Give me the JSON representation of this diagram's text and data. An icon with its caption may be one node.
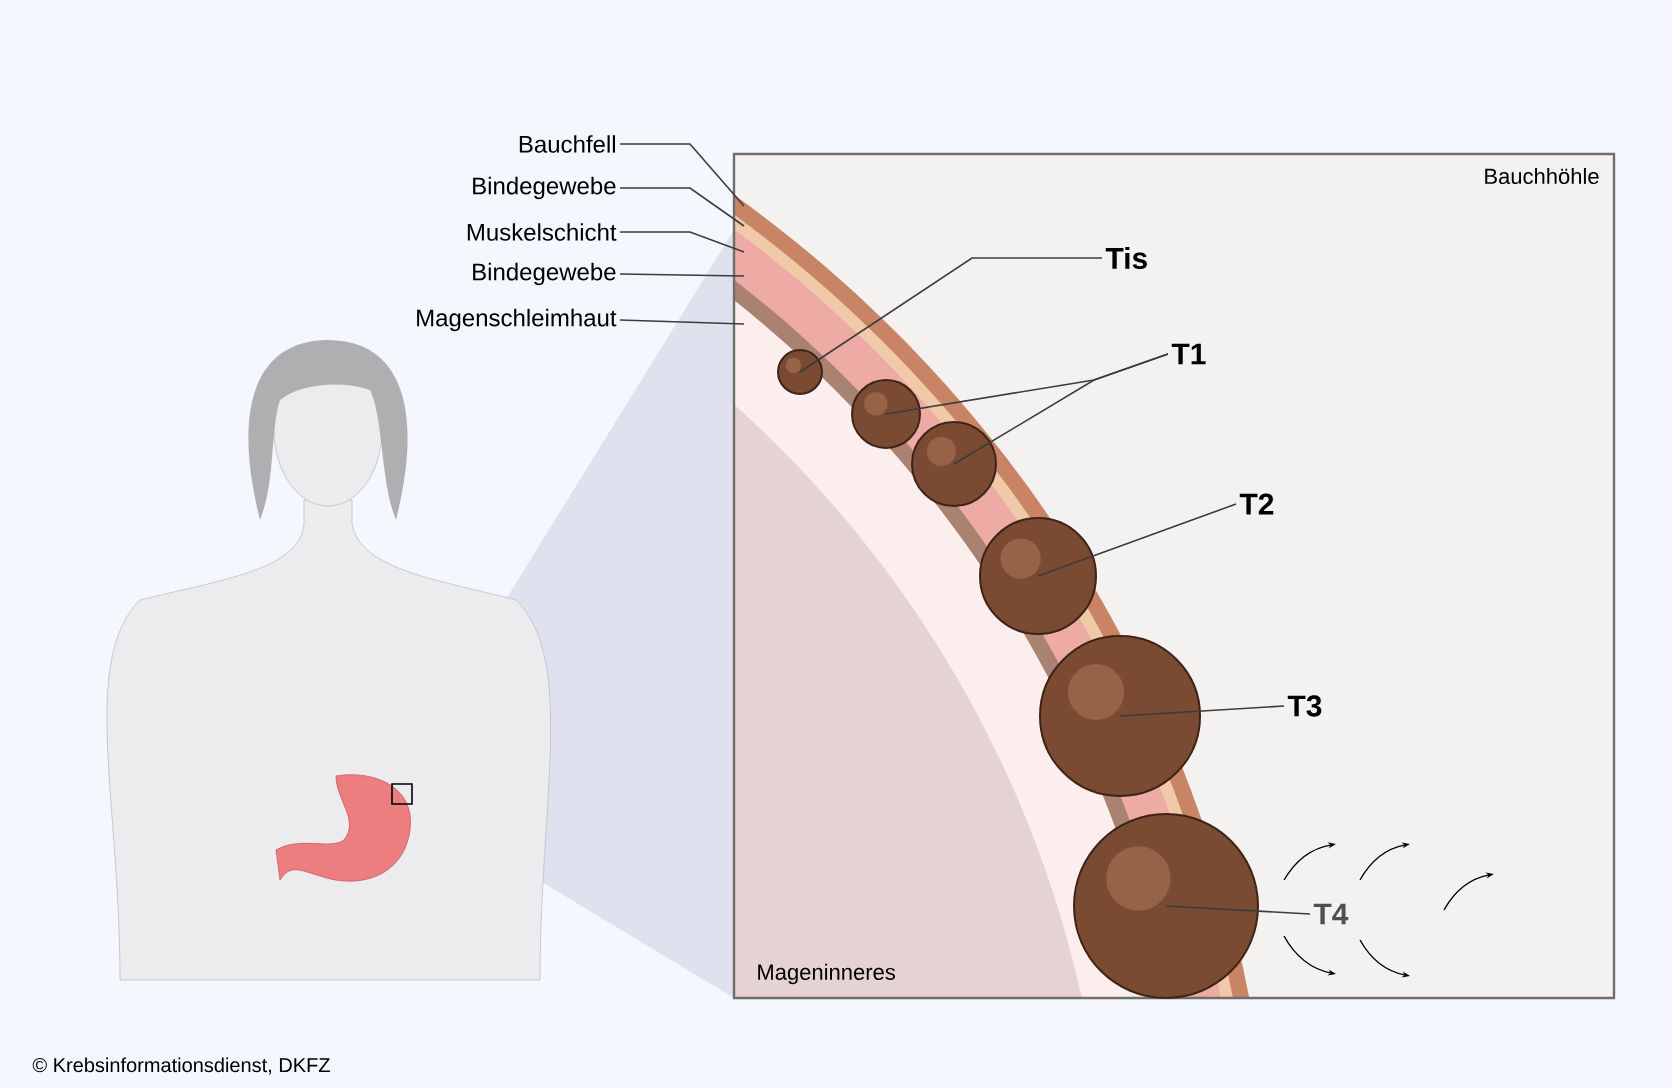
{
  "diagram": {
    "nodes": [
      {
        "text": [
          "Bauchfell"
        ]
      },
      {
        "text": [
          "Bindegewebe"
        ]
      },
      {
        "text": [
          "Muskelschicht"
        ]
      },
      {
        "text": [
          "Bindegewebe"
        ]
      },
      {
        "text": [
          "Magenschleimhaut"
        ]
      },
      {
        "text": [
          "Tis"
        ]
      },
      {
        "text": [
          "T1"
        ]
      },
      {
        "text": [
          "T2"
        ]
      },
      {
        "text": [
          "T3"
        ]
      },
      {
        "text": [
          "T4"
        ]
      },
      {
        "text": [],
        "shape": "picture"
      },
      {
        "text": [],
        "shape": "picture"
      },
      {
        "text": [],
        "shape": "picture"
      },
      {
        "text": [],
        "shape": "picture"
      },
      {
        "text": [],
        "shape": "picture"
      },
      {
        "text": [],
        "shape": "picture"
      }
    ],
    "edges": [
      {
        "from": 0,
        "to": null,
        "arrow": "none"
      },
      {
        "from": 1,
        "to": null,
        "arrow": "none"
      },
      {
        "from": 2,
        "to": null,
        "arrow": "none"
      },
      {
        "from": 3,
        "to": null,
        "arrow": "none"
      },
      {
        "from": 4,
        "to": null,
        "arrow": "none"
      },
      {
        "from": 5,
        "to": 10,
        "arrow": "none"
      },
      {
        "from": 6,
        "to": 11,
        "arrow": "none"
      },
      {
        "from": 6,
        "to": 12,
        "arrow": "none"
      },
      {
        "from": 7,
        "to": 13,
        "arrow": "none"
      },
      {
        "from": 8,
        "to": 14,
        "arrow": "none"
      },
      {
        "from": 9,
        "to": 15,
        "arrow": "none"
      }
    ],
    "labels": [
      "Bauchhöhle",
      "Mageninneres",
      "© Krebsinformationsdienst, DKFZ"
    ]
  }
}
